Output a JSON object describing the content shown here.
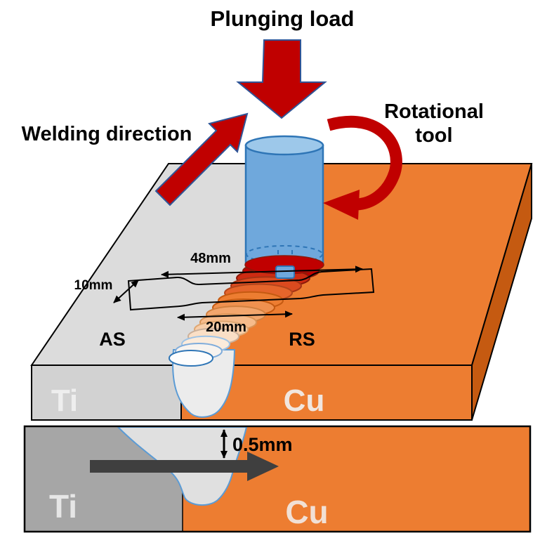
{
  "diagram": {
    "annotations": {
      "plunging_load": "Plunging load",
      "welding_direction": "Welding direction",
      "rotational_tool_line1": "Rotational",
      "rotational_tool_line2": "tool"
    },
    "dimensions": {
      "length": "48mm",
      "width": "10mm",
      "gauge": "20mm",
      "depth": "0.5mm"
    },
    "sides": {
      "advancing": "AS",
      "retreating": "RS"
    },
    "materials": {
      "top_left": "Ti",
      "top_right": "Cu",
      "bottom_left": "Ti",
      "bottom_right": "Cu"
    },
    "colors": {
      "arrow_red": "#C00000",
      "tool_blue": "#6FA8DC",
      "tool_blue_light": "#9DC8EA",
      "tool_outline": "#2E75B6",
      "ti_top": "#DCDCDC",
      "ti_front": "#D2D2D2",
      "ti_bottom": "#A6A6A6",
      "cu_orange": "#ED7D31",
      "cu_dark": "#C55A11",
      "nugget": "#E0E0E0",
      "nugget_outline": "#5B9BD5",
      "dark_arrow": "#3F3F3F",
      "text": "#000000",
      "plate_label": "#F2F2F2"
    }
  }
}
